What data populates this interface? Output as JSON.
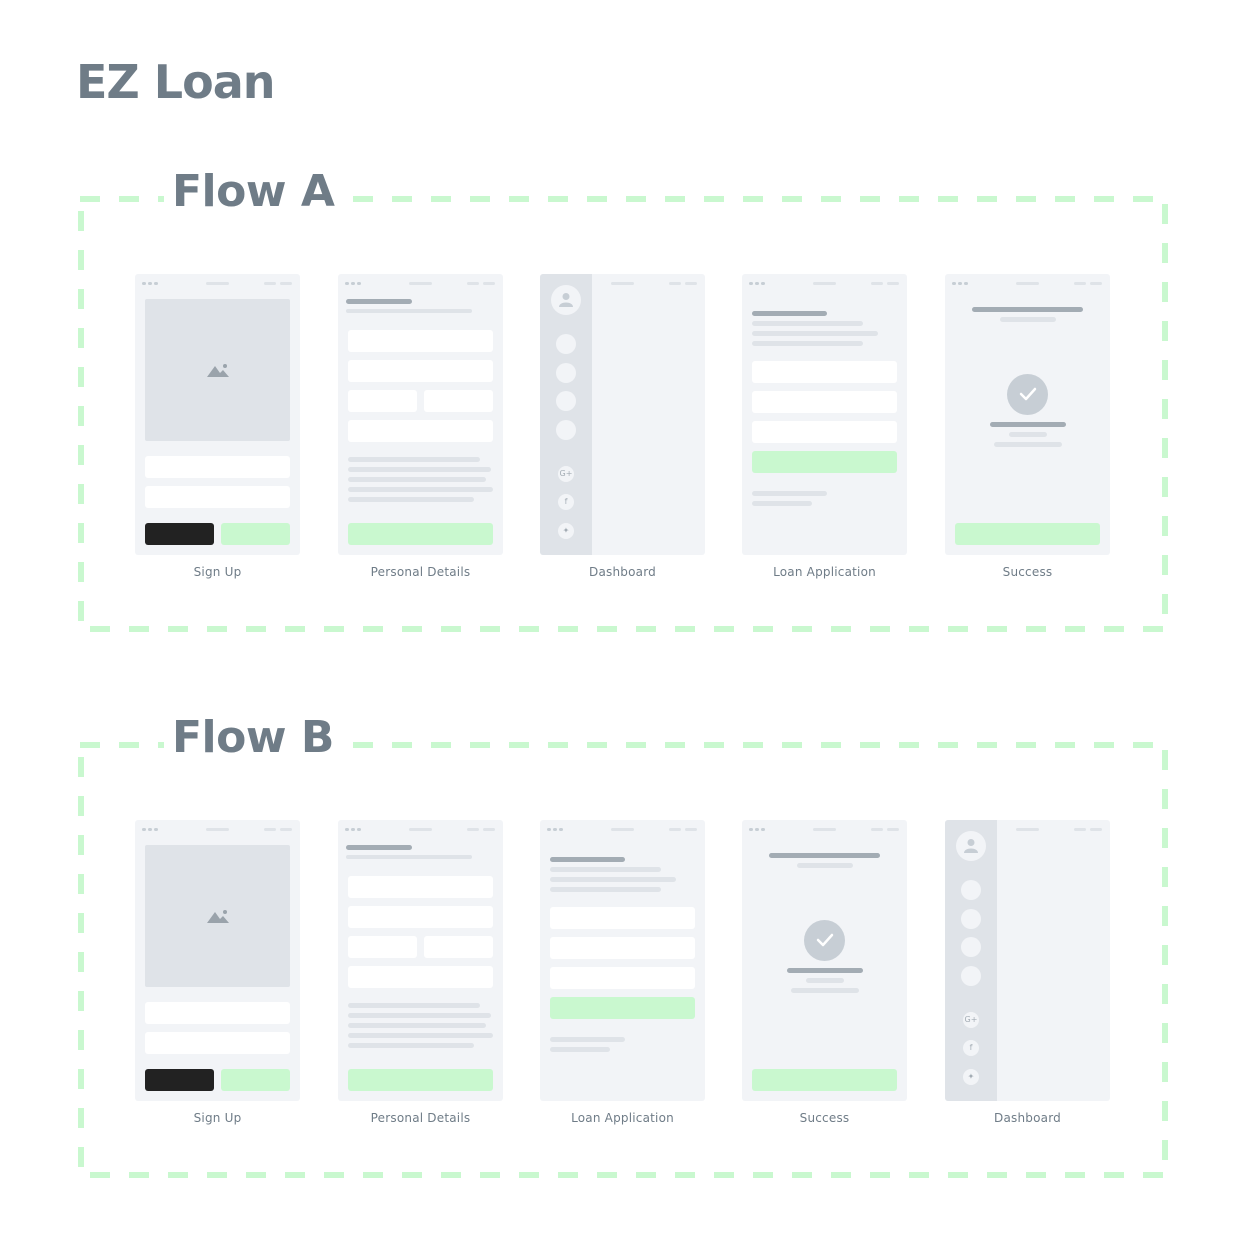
{
  "app": {
    "title": "EZ Loan"
  },
  "colors": {
    "text": "#6f7c87",
    "accent_green": "#c9f8cf",
    "dash_border": "#c9f8cf",
    "screen_bg": "#f2f4f7",
    "placeholder": "#dfe3e8",
    "dark_button": "#222222"
  },
  "icons": {
    "image_placeholder": "mountain-icon",
    "avatar": "user-icon",
    "success": "check-icon",
    "social": [
      "google-plus-icon",
      "facebook-icon",
      "twitter-icon"
    ]
  },
  "flows": [
    {
      "title": "Flow A",
      "screens": [
        {
          "label": "Sign Up",
          "type": "signup"
        },
        {
          "label": "Personal Details",
          "type": "personal"
        },
        {
          "label": "Dashboard",
          "type": "dashboard"
        },
        {
          "label": "Loan Application",
          "type": "loan"
        },
        {
          "label": "Success",
          "type": "success"
        }
      ]
    },
    {
      "title": "Flow B",
      "screens": [
        {
          "label": "Sign Up",
          "type": "signup"
        },
        {
          "label": "Personal Details",
          "type": "personal"
        },
        {
          "label": "Loan Application",
          "type": "loan"
        },
        {
          "label": "Success",
          "type": "success"
        },
        {
          "label": "Dashboard",
          "type": "dashboard"
        }
      ]
    }
  ]
}
